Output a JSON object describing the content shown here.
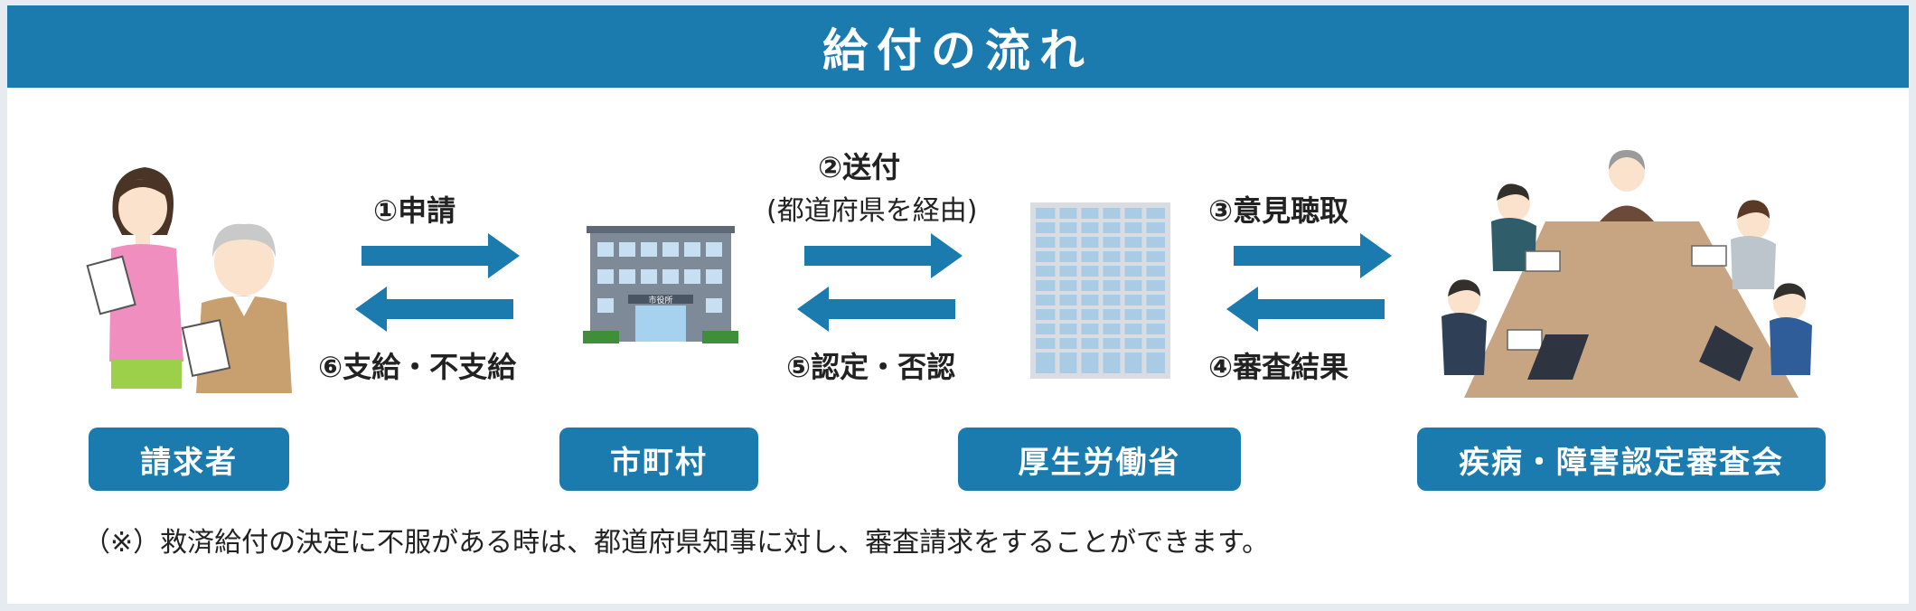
{
  "title": "給付の流れ",
  "steps": {
    "s1": "①申請",
    "s2": "②送付",
    "s2_sub": "(都道府県を経由)",
    "s3": "③意見聴取",
    "s4": "④審査結果",
    "s5": "⑤認定・否認",
    "s6": "⑥支給・不支給"
  },
  "entities": {
    "claimant": "請求者",
    "municipality": "市町村",
    "ministry": "厚生労働省",
    "council": "疾病・障害認定審査会"
  },
  "building_sign": "市役所",
  "note": "（※）救済給付の決定に不服がある時は、都道府県知事に対し、審査請求をすることができます。",
  "colors": {
    "header": "#1b7aae",
    "arrow": "#1b7aae",
    "button": "#1b7aae",
    "table": "#c7a583"
  }
}
